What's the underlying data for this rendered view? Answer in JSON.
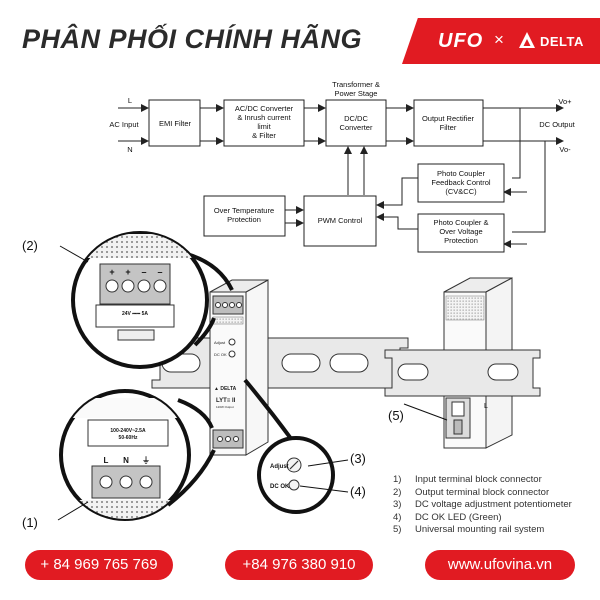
{
  "header": {
    "headline": "PHÂN PHỐI CHÍNH HÃNG",
    "brand_left": "UFO",
    "brand_separator": "×",
    "brand_right": "DELTA",
    "brand_color": "#e11b22"
  },
  "block_diagram": {
    "ac_input": "AC Input",
    "line_l": "L",
    "line_n": "N",
    "emi_filter": "EMI Filter",
    "acdc_converter": [
      "AC/DC Converter",
      "& Inrush current",
      "limit",
      "& Filter"
    ],
    "transformer_label": [
      "Transformer &",
      "Power Stage"
    ],
    "dcdc_converter": [
      "DC/DC",
      "Converter"
    ],
    "output_rectifier": [
      "Output Rectifier",
      "Filter"
    ],
    "vo_plus": "Vo+",
    "vo_minus": "Vo-",
    "dc_output": "DC Output",
    "photo_coupler_feedback": [
      "Photo Coupler",
      "Feedback Control",
      "(CV&CC)"
    ],
    "over_temperature": [
      "Over Temperature",
      "Protection"
    ],
    "pwm_control": "PWM Control",
    "photo_coupler_ovp": [
      "Photo Coupler &",
      "Over Voltage",
      "Protection"
    ]
  },
  "product": {
    "callouts": [
      "(1)",
      "(2)",
      "(3)",
      "(4)",
      "(5)"
    ],
    "adjust_label": "Adjust",
    "dcok_label": "DC OK",
    "output_rating": "24V ⎓⎓ 5A",
    "input_rating": [
      "100-240V~2.5A",
      "50-60Hz"
    ],
    "model": "LYT≡ II",
    "model_sub": "120W Output",
    "brand_on_device": "▲ DELTA",
    "terminal_labels_in": [
      "L",
      "N",
      "⏚"
    ],
    "terminal_labels_out": [
      "+",
      "+",
      "–",
      "–"
    ],
    "rail_side_label": "L"
  },
  "legend": [
    {
      "num": "1)",
      "text": "Input terminal block connector"
    },
    {
      "num": "2)",
      "text": "Output terminal block connector"
    },
    {
      "num": "3)",
      "text": "DC voltage adjustment potentiometer"
    },
    {
      "num": "4)",
      "text": "DC OK LED (Green)"
    },
    {
      "num": "5)",
      "text": "Universal mounting rail system"
    }
  ],
  "contacts": {
    "phone1": "+ 84 969 765 769",
    "phone2": "+84 976 380 910",
    "website": "www.ufovina.vn"
  }
}
